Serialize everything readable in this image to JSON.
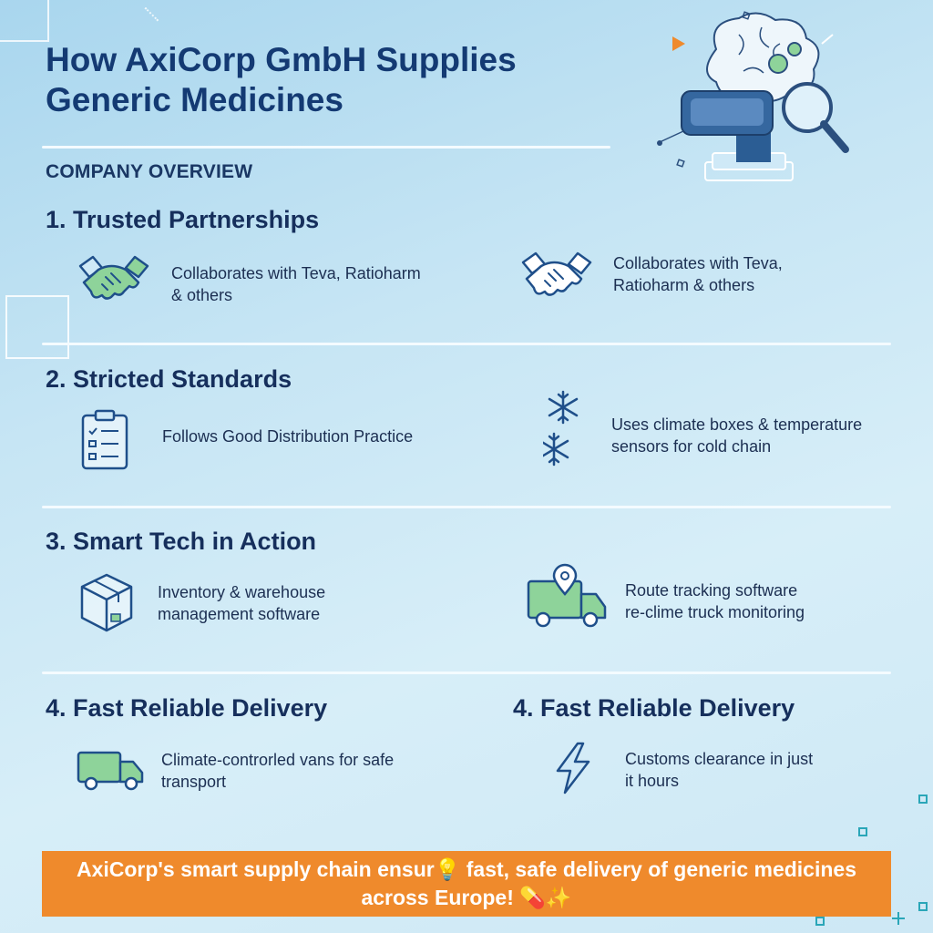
{
  "header": {
    "title_line1": "How AxiCorp GmbH Supplies",
    "title_line2": "Generic Medicines"
  },
  "overview_label": "COMPANY OVERVIEW",
  "sections": [
    {
      "title": "1. Trusted Partnerships",
      "items": [
        {
          "icon": "handshake-icon",
          "line1": "Collaborates with Teva, Ratioharm",
          "line2": "& others"
        },
        {
          "icon": "handshake-icon",
          "line1": "Collaborates with Teva,",
          "line2": "Ratioharm & others"
        }
      ]
    },
    {
      "title": "2. Stricted Standards",
      "items": [
        {
          "icon": "checklist-icon",
          "line1": "Follows Good Distribution Practice",
          "line2": ""
        },
        {
          "icon": "snowflake-icon",
          "line1": "Uses climate boxes & temperature",
          "line2": "sensors for cold chain"
        }
      ]
    },
    {
      "title": "3. Smart Tech in Action",
      "items": [
        {
          "icon": "box-icon",
          "line1": "Inventory & warehouse",
          "line2": "management software"
        },
        {
          "icon": "truck-location-icon",
          "line1": "Route tracking software",
          "line2": "re-clime truck monitoring"
        }
      ]
    },
    {
      "title": "4. Fast Reliable Delivery",
      "title_right": "4. Fast Reliable Delivery",
      "items": [
        {
          "icon": "van-icon",
          "line1": "Climate-controrled vans for safe",
          "line2": "transport"
        },
        {
          "icon": "lightning-icon",
          "line1": "Customs clearance in just",
          "line2": "it hours"
        }
      ]
    }
  ],
  "banner": {
    "line1": "AxiCorp's smart supply chain ensur💡 fast, safe delivery of generic medicines",
    "line2": "across Europe! 💊✨"
  },
  "colors": {
    "navy": "#143a73",
    "accent_green": "#8ed39a",
    "icon_blue": "#1f4f8a",
    "banner_orange": "#ef8a2c"
  }
}
